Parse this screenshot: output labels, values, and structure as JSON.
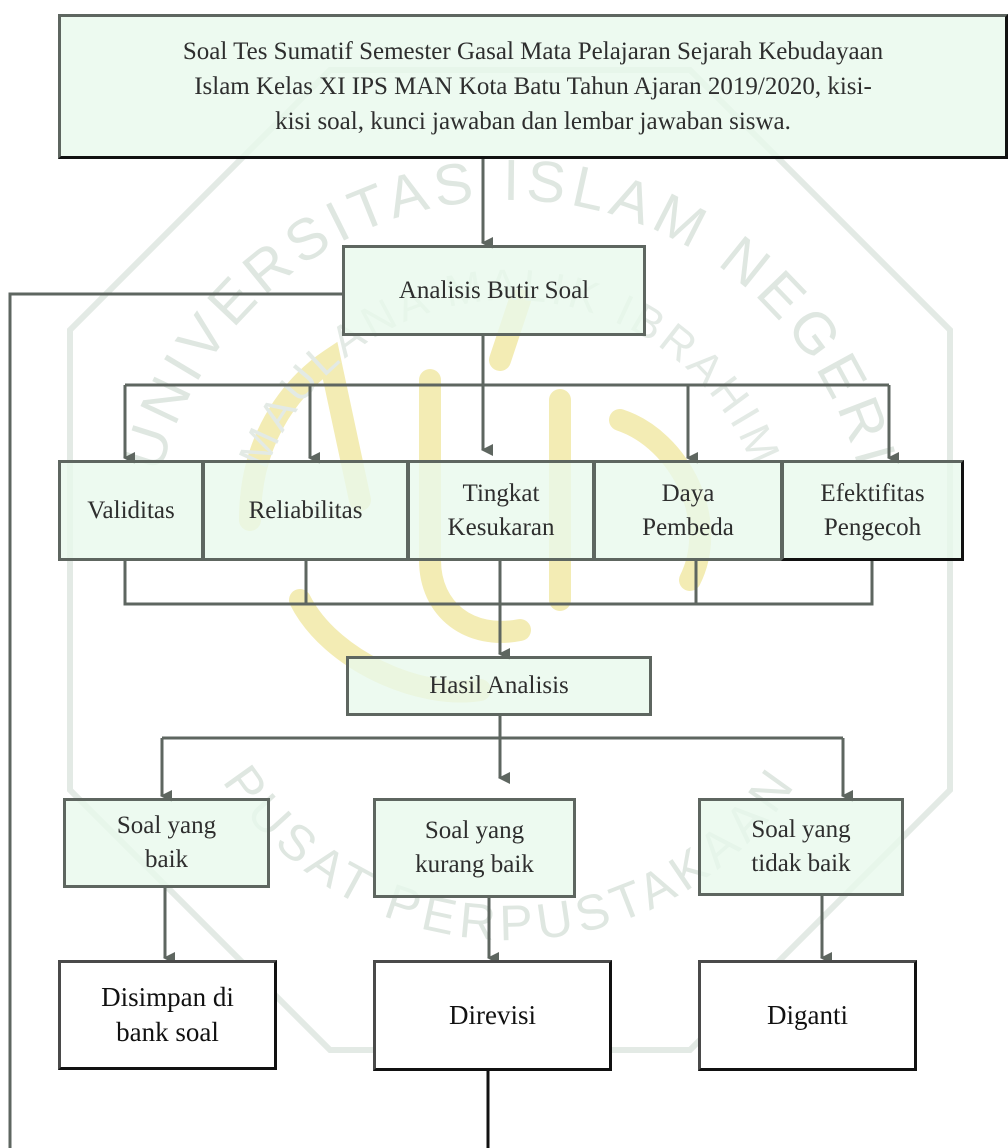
{
  "watermark": {
    "arc_text_top": "UNIVERSITAS ISLAM NEGERI",
    "arc_text_upper_inner": "MAULANA MALIK IBRAHIM",
    "arc_text_bottom": "PUSAT PERPUSTAKAAN",
    "colors": {
      "text": "#d9e2dc",
      "emblem": "#f3ecb4"
    }
  },
  "nodes": {
    "top": "Soal Tes Sumatif Semester Gasal Mata Pelajaran Sejarah Kebudayaan\nIslam Kelas XI IPS MAN Kota Batu Tahun Ajaran 2019/2020, kisi-\nkisi soal, kunci jawaban dan lembar jawaban siswa.",
    "analisis": "Analisis Butir Soal",
    "validitas": "Validitas",
    "reliabilitas": "Reliabilitas",
    "tingkat": "Tingkat\nKesukaran",
    "daya": "Daya\nPembeda",
    "efektif": "Efektifitas\nPengecoh",
    "hasil": "Hasil Analisis",
    "baik": "Soal yang\nbaik",
    "kurang": "Soal yang\nkurang baik",
    "tidak": "Soal yang\ntidak baik",
    "simpan": "Disimpan di\nbank soal",
    "revisi": "Direvisi",
    "ganti": "Diganti"
  },
  "colors": {
    "box_fill": "#e8f8ec",
    "box_border": "#5e6660",
    "connector": "#5e6660",
    "accent_border": "#111111"
  }
}
